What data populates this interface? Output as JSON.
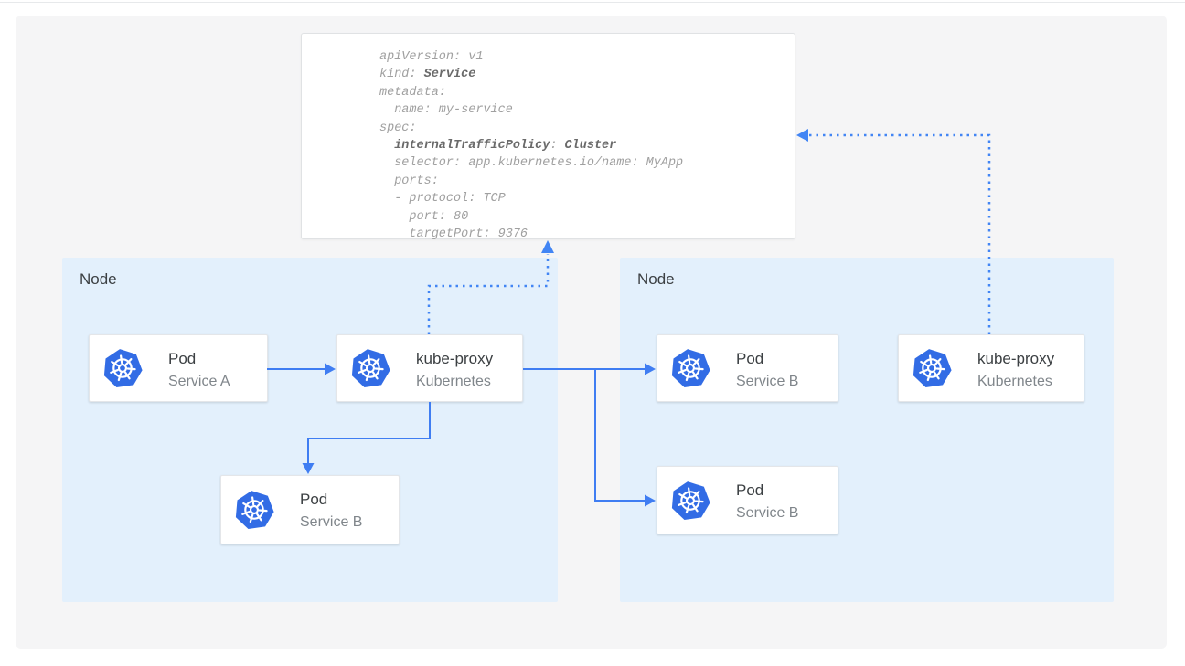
{
  "colors": {
    "panel_bg": "#f5f5f6",
    "node_fill": "#e3f0fc",
    "arrow_blue": "#3f7df2",
    "dotted_blue": "#4285f4",
    "kubernetes_blue": "#326CE5",
    "code_text": "#a0a0a0",
    "code_bold": "#6a6a6a"
  },
  "code_card": {
    "lines": [
      {
        "pre": "apiVersion: v1"
      },
      {
        "pre": "kind: ",
        "bold": "Service"
      },
      {
        "pre": "metadata:"
      },
      {
        "pre": "  name: my-service"
      },
      {
        "pre": "spec:"
      },
      {
        "pre": "  ",
        "bold": "internalTrafficPolicy",
        "mid": ": ",
        "bold2": "Cluster"
      },
      {
        "pre": "  selector: app.kubernetes.io/name: MyApp"
      },
      {
        "pre": "  ports:"
      },
      {
        "pre": "  - protocol: TCP"
      },
      {
        "pre": "    port: 80"
      },
      {
        "pre": "    targetPort: 9376"
      }
    ]
  },
  "nodes": {
    "left": {
      "label": "Node"
    },
    "right": {
      "label": "Node"
    }
  },
  "cards": {
    "pod_service_a": {
      "icon": "kubernetes-icon",
      "title": "Pod",
      "subtitle": "Service A"
    },
    "kube_proxy_left": {
      "icon": "kubernetes-icon",
      "title": "kube-proxy",
      "subtitle": "Kubernetes"
    },
    "pod_service_b_left": {
      "icon": "kubernetes-icon",
      "title": "Pod",
      "subtitle": "Service B"
    },
    "pod_service_b_right_top": {
      "icon": "kubernetes-icon",
      "title": "Pod",
      "subtitle": "Service B"
    },
    "kube_proxy_right": {
      "icon": "kubernetes-icon",
      "title": "kube-proxy",
      "subtitle": "Kubernetes"
    },
    "pod_service_b_right_bottom": {
      "icon": "kubernetes-icon",
      "title": "Pod",
      "subtitle": "Service B"
    }
  },
  "connections": [
    {
      "from": "pod_service_a",
      "to": "kube_proxy_left",
      "style": "solid-arrow"
    },
    {
      "from": "kube_proxy_left",
      "to": "pod_service_b_right_top",
      "style": "solid-arrow"
    },
    {
      "from": "kube_proxy_left",
      "to": "pod_service_b_right_bottom",
      "style": "solid-arrow"
    },
    {
      "from": "kube_proxy_left",
      "to": "pod_service_b_left",
      "style": "solid-arrow"
    },
    {
      "from": "kube_proxy_left",
      "to": "service-spec-card",
      "style": "dotted-arrow"
    },
    {
      "from": "service-spec-card",
      "to": "kube_proxy_right",
      "style": "dotted-arrow",
      "direction": "arrow-points-at-spec"
    }
  ]
}
